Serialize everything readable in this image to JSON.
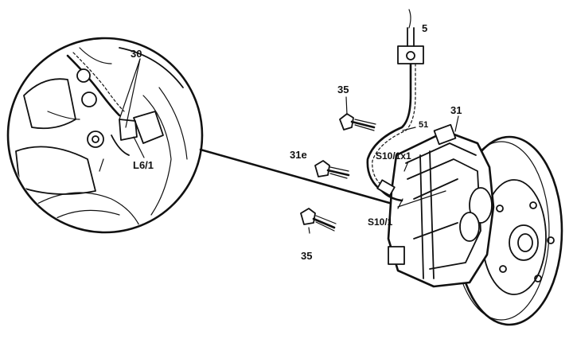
{
  "callouts": {
    "sensor_connector": "5",
    "caliper": "31",
    "caliper_bolt_upper": "35",
    "caliper_bolt_lower": "35",
    "bolt_31e": "31e",
    "wire_51": "51",
    "connector_s10_1x1": "S10/1x1",
    "sensor_s10_1": "S10/1",
    "detail_30": "30",
    "detail_l6_1": "L6/1"
  }
}
